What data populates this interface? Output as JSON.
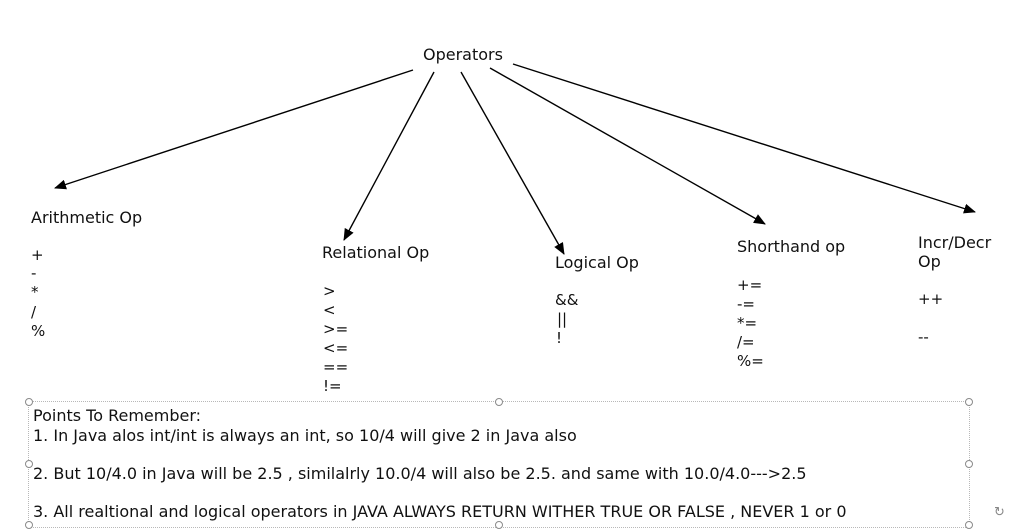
{
  "diagram": {
    "root": "Operators",
    "categories": [
      {
        "title": "Arithmetic Op",
        "operators": [
          "+",
          "-",
          "*",
          "/",
          "%"
        ]
      },
      {
        "title": "Relational Op",
        "operators": [
          ">",
          "<",
          ">=",
          "<=",
          "==",
          "!="
        ]
      },
      {
        "title": "Logical Op",
        "operators": [
          "&&",
          "||",
          "!"
        ]
      },
      {
        "title": "Shorthand op",
        "operators": [
          "+=",
          "-=",
          "*=",
          "/=",
          "%="
        ]
      },
      {
        "title_line1": "Incr/Decr",
        "title_line2": "Op",
        "operators": [
          "++",
          "--"
        ]
      }
    ],
    "edges": [
      {
        "from": "Operators",
        "to": "Arithmetic Op"
      },
      {
        "from": "Operators",
        "to": "Relational Op"
      },
      {
        "from": "Operators",
        "to": "Logical Op"
      },
      {
        "from": "Operators",
        "to": "Shorthand op"
      },
      {
        "from": "Operators",
        "to": "Incr/Decr Op"
      }
    ]
  },
  "notes": {
    "heading": "Points To Remember:",
    "points": [
      "1. In Java alos int/int is always an int, so 10/4 will give 2 in Java also",
      "2. But 10/4.0 in Java will be 2.5 , similalrly 10.0/4 will also be 2.5. and same with 10.0/4.0--->2.5",
      "3. All realtional and logical operators in JAVA ALWAYS RETURN WITHER TRUE OR FALSE , NEVER 1 or 0"
    ]
  },
  "icons": {
    "corner": "rotate-icon"
  },
  "colors": {
    "line": "#000000",
    "text": "#111111",
    "handle": "#8a8a8a"
  }
}
